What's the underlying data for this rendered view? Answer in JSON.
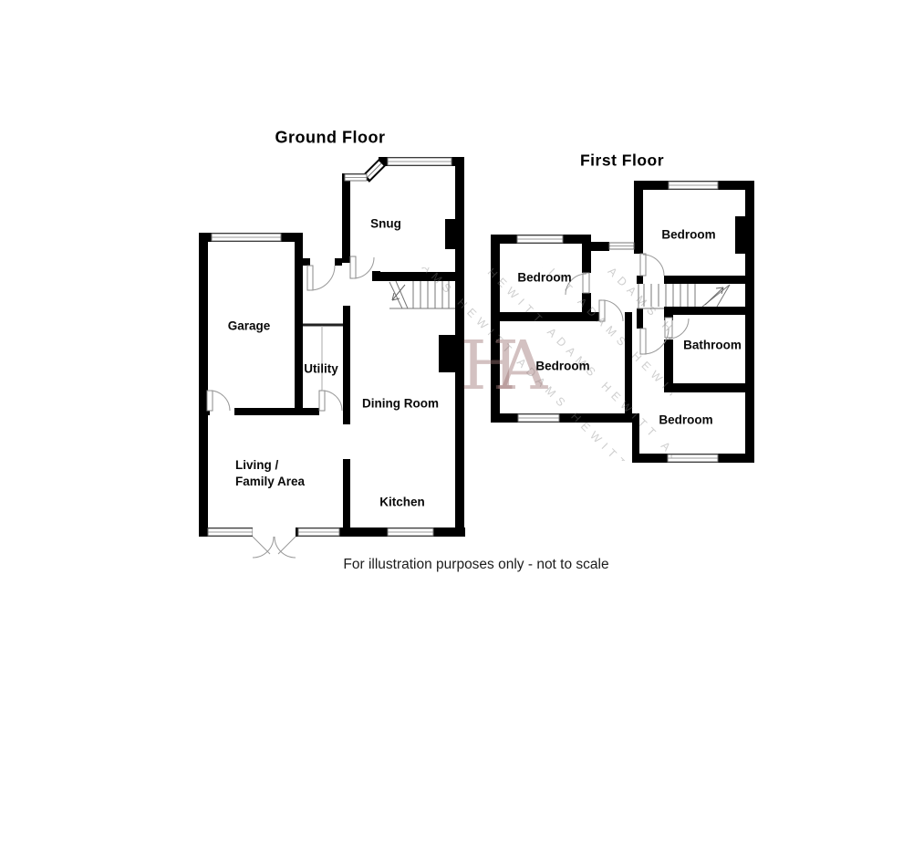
{
  "page": {
    "background": "#ffffff"
  },
  "disclaimer": "For illustration purposes only - not to scale",
  "watermark": {
    "monogram": "HA",
    "diagonal_text": "HEWITT ADAMS   HEWITT ADAMS   HEWITT ADAMS   HEWITT ADAMS"
  },
  "ground_floor": {
    "title": "Ground Floor",
    "rooms": [
      {
        "label": "Snug"
      },
      {
        "label": "Garage"
      },
      {
        "label": "Utility"
      },
      {
        "label": "Dining Room"
      },
      {
        "label": "Kitchen"
      },
      {
        "label": "Living /",
        "label2": "Family Area"
      }
    ]
  },
  "first_floor": {
    "title": "First Floor",
    "rooms": [
      {
        "label": "Bedroom"
      },
      {
        "label": "Bedroom"
      },
      {
        "label": "Bedroom"
      },
      {
        "label": "Bathroom"
      },
      {
        "label": "Bedroom"
      }
    ]
  },
  "colors": {
    "wall": "#000000",
    "thin_line": "#777777",
    "door_line": "#999999",
    "label": "#0a0a0a",
    "watermark_text": "#808080",
    "watermark_monogram": "#9e7676"
  }
}
